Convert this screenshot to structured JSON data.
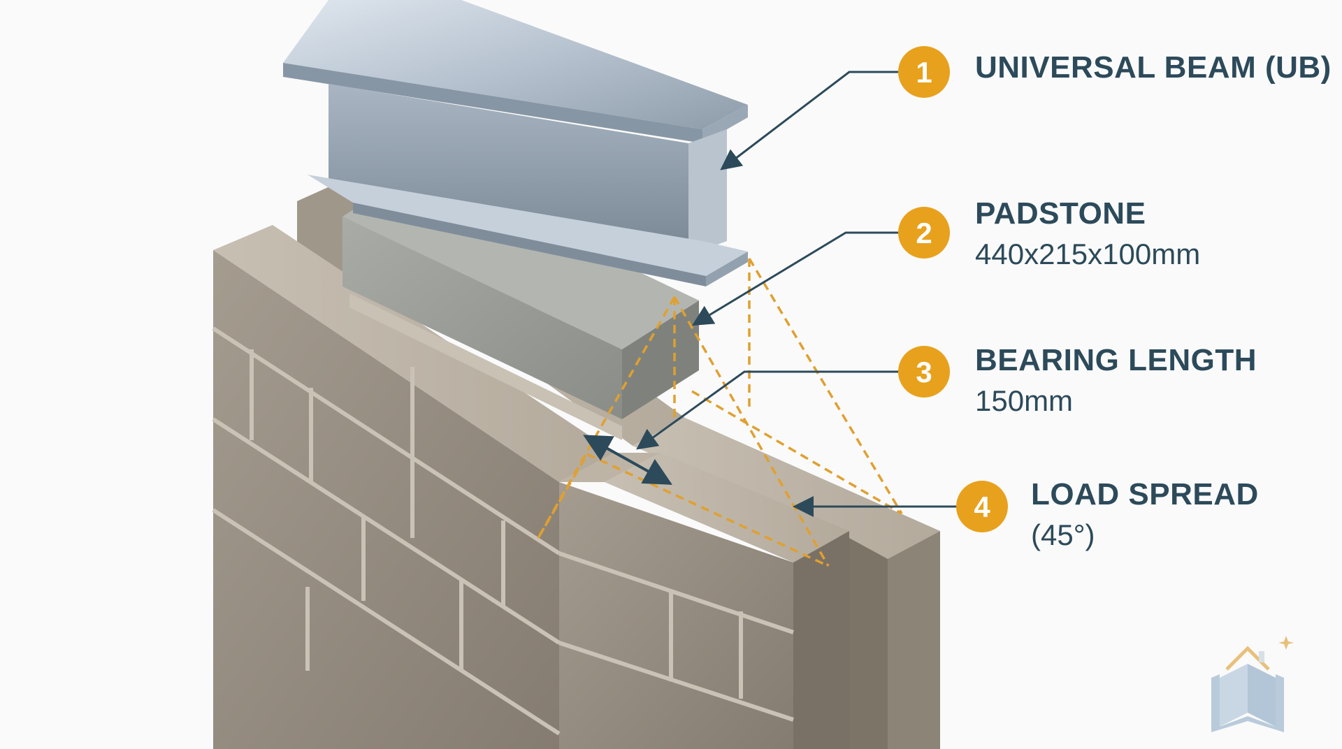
{
  "colors": {
    "badge": "#e8a11c",
    "leader": "#2c4a5a",
    "load_spread": "#e0a030",
    "steel": "#b8c4d0",
    "padstone": "#9a9d98",
    "block": "#938a7f",
    "mortar": "#c9c2b5"
  },
  "callouts": [
    {
      "number": "1",
      "title": "UNIVERSAL BEAM (UB)",
      "subtitle": ""
    },
    {
      "number": "2",
      "title": "PADSTONE",
      "subtitle": "440x215x100mm"
    },
    {
      "number": "3",
      "title": "BEARING LENGTH",
      "subtitle": "150mm"
    },
    {
      "number": "4",
      "title": "LOAD SPREAD",
      "subtitle": "(45°)"
    }
  ],
  "icons": {
    "logo": "house-book-icon"
  }
}
